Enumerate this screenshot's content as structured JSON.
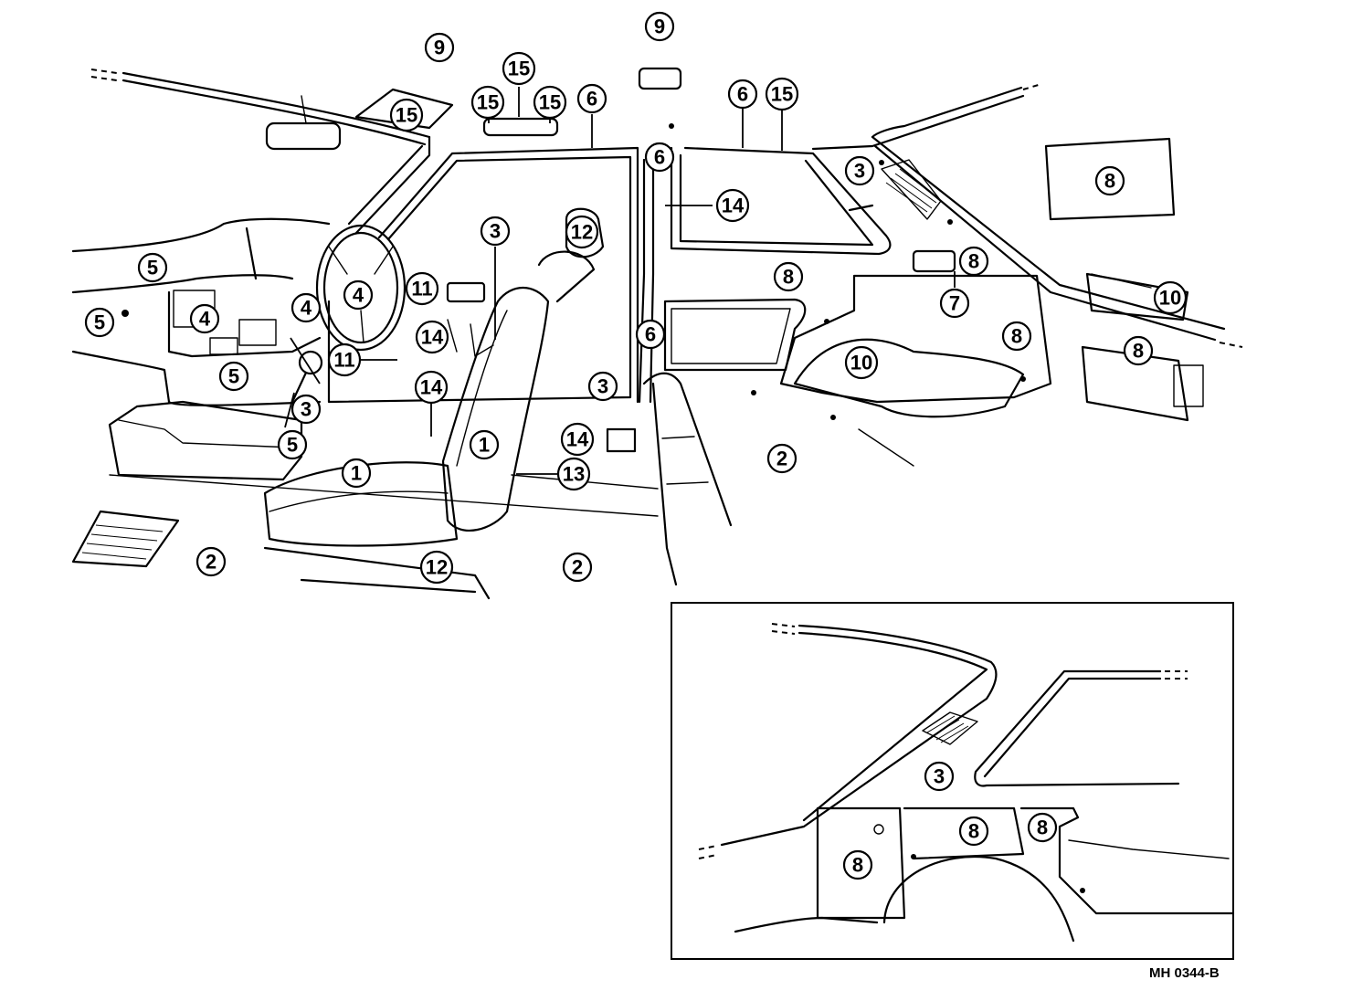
{
  "diagram_code": "MH  0344-B",
  "callouts": [
    {
      "id": "c-9a",
      "label": "9"
    },
    {
      "id": "c-9b",
      "label": "9"
    },
    {
      "id": "c-15a",
      "label": "15"
    },
    {
      "id": "c-15b",
      "label": "15"
    },
    {
      "id": "c-15c",
      "label": "15"
    },
    {
      "id": "c-15d",
      "label": "15"
    },
    {
      "id": "c-15e",
      "label": "15"
    },
    {
      "id": "c-6a",
      "label": "6"
    },
    {
      "id": "c-6b",
      "label": "6"
    },
    {
      "id": "c-6c",
      "label": "6"
    },
    {
      "id": "c-6d",
      "label": "6"
    },
    {
      "id": "c-3a",
      "label": "3"
    },
    {
      "id": "c-3b",
      "label": "3"
    },
    {
      "id": "c-3c",
      "label": "3"
    },
    {
      "id": "c-3d",
      "label": "3"
    },
    {
      "id": "c-3e",
      "label": "3"
    },
    {
      "id": "c-14a",
      "label": "14"
    },
    {
      "id": "c-14b",
      "label": "14"
    },
    {
      "id": "c-14c",
      "label": "14"
    },
    {
      "id": "c-14d",
      "label": "14"
    },
    {
      "id": "c-12a",
      "label": "12"
    },
    {
      "id": "c-12b",
      "label": "12"
    },
    {
      "id": "c-11a",
      "label": "11"
    },
    {
      "id": "c-11b",
      "label": "11"
    },
    {
      "id": "c-5a",
      "label": "5"
    },
    {
      "id": "c-5b",
      "label": "5"
    },
    {
      "id": "c-5c",
      "label": "5"
    },
    {
      "id": "c-5d",
      "label": "5"
    },
    {
      "id": "c-4a",
      "label": "4"
    },
    {
      "id": "c-4b",
      "label": "4"
    },
    {
      "id": "c-4c",
      "label": "4"
    },
    {
      "id": "c-1a",
      "label": "1"
    },
    {
      "id": "c-1b",
      "label": "1"
    },
    {
      "id": "c-2a",
      "label": "2"
    },
    {
      "id": "c-2b",
      "label": "2"
    },
    {
      "id": "c-2c",
      "label": "2"
    },
    {
      "id": "c-13",
      "label": "13"
    },
    {
      "id": "c-7",
      "label": "7"
    },
    {
      "id": "c-8a",
      "label": "8"
    },
    {
      "id": "c-8b",
      "label": "8"
    },
    {
      "id": "c-8c",
      "label": "8"
    },
    {
      "id": "c-8d",
      "label": "8"
    },
    {
      "id": "c-8e",
      "label": "8"
    },
    {
      "id": "c-8f",
      "label": "8"
    },
    {
      "id": "c-8g",
      "label": "8"
    },
    {
      "id": "c-8h",
      "label": "8"
    },
    {
      "id": "c-10a",
      "label": "10"
    },
    {
      "id": "c-10b",
      "label": "10"
    }
  ]
}
